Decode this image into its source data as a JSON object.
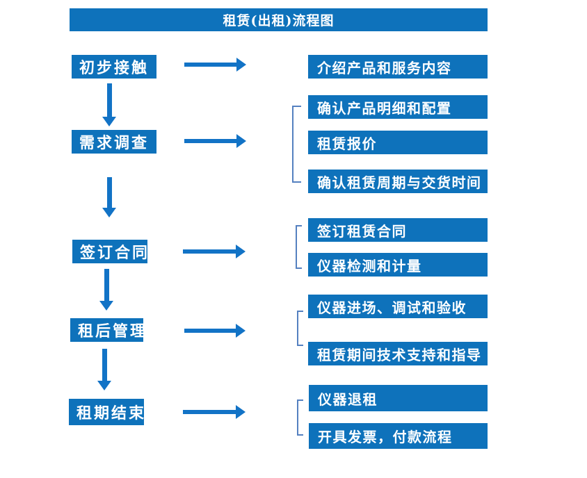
{
  "title": "租赁(出租)流程图",
  "colors": {
    "primary": "#0e72bb",
    "arrow": "#1273c6",
    "bracket": "#5480c0",
    "text": "#ffffff",
    "background": "#ffffff"
  },
  "stages": [
    {
      "label": "初步接触",
      "outputs": [
        "介绍产品和服务内容"
      ]
    },
    {
      "label": "需求调查",
      "outputs": [
        "确认产品明细和配置",
        "租赁报价",
        "确认租赁周期与交货时间"
      ]
    },
    {
      "label": "签订合同",
      "outputs": [
        "签订租赁合同",
        "仪器检测和计量"
      ]
    },
    {
      "label": "租后管理",
      "outputs": [
        "仪器进场、调试和验收",
        "租赁期间技术支持和指导"
      ]
    },
    {
      "label": "租期结束",
      "outputs": [
        "仪器退租",
        "开具发票，付款流程"
      ]
    }
  ]
}
